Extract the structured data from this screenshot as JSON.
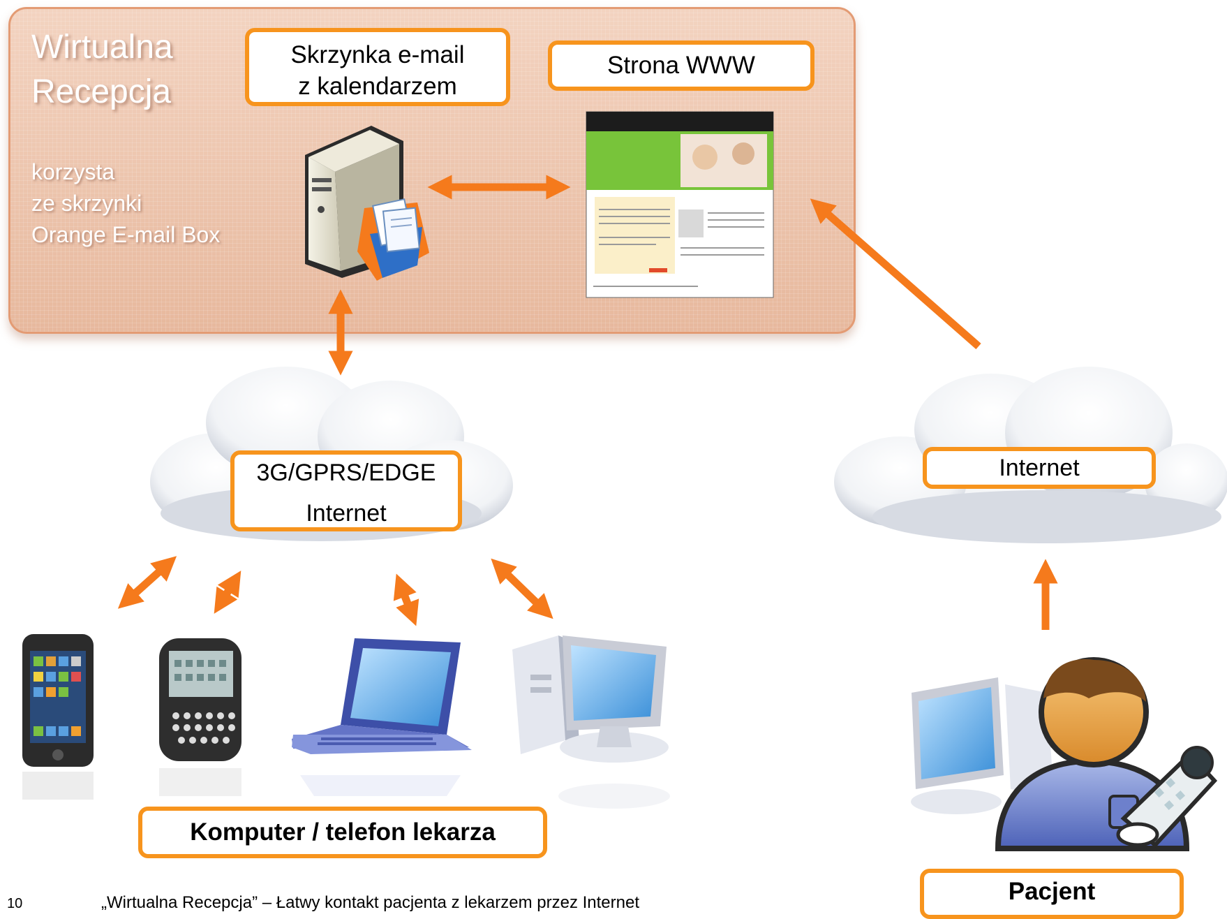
{
  "panel": {
    "title_line1": "Wirtualna",
    "title_line2": "Recepcja",
    "desc_line1": "korzysta",
    "desc_line2": "ze skrzynki",
    "desc_line3": "Orange E-mail Box"
  },
  "email_box": {
    "line1": "Skrzynka e-mail",
    "line2": "z kalendarzem"
  },
  "www_box": {
    "label": "Strona WWW"
  },
  "cloud_left": {
    "line1": "3G/GPRS/EDGE",
    "line2": "Internet"
  },
  "cloud_right": {
    "label": "Internet"
  },
  "doctor_label": "Komputer / telefon lekarza",
  "patient_label": "Pacjent",
  "footer": {
    "page_number": "10",
    "caption": "„Wirtualna Recepcja” – Łatwy kontakt pacjenta z lekarzem przez Internet"
  },
  "colors": {
    "accent": "#f7941d",
    "panel": "#efc6ae",
    "panel_border": "#e39b74"
  },
  "icons": [
    "server-icon",
    "mailbox-icon",
    "website-thumbnail",
    "cloud-icon",
    "smartphone-icon",
    "blackberry-icon",
    "laptop-icon",
    "desktop-computer-icon",
    "patient-avatar-icon",
    "mobile-phone-icon"
  ]
}
